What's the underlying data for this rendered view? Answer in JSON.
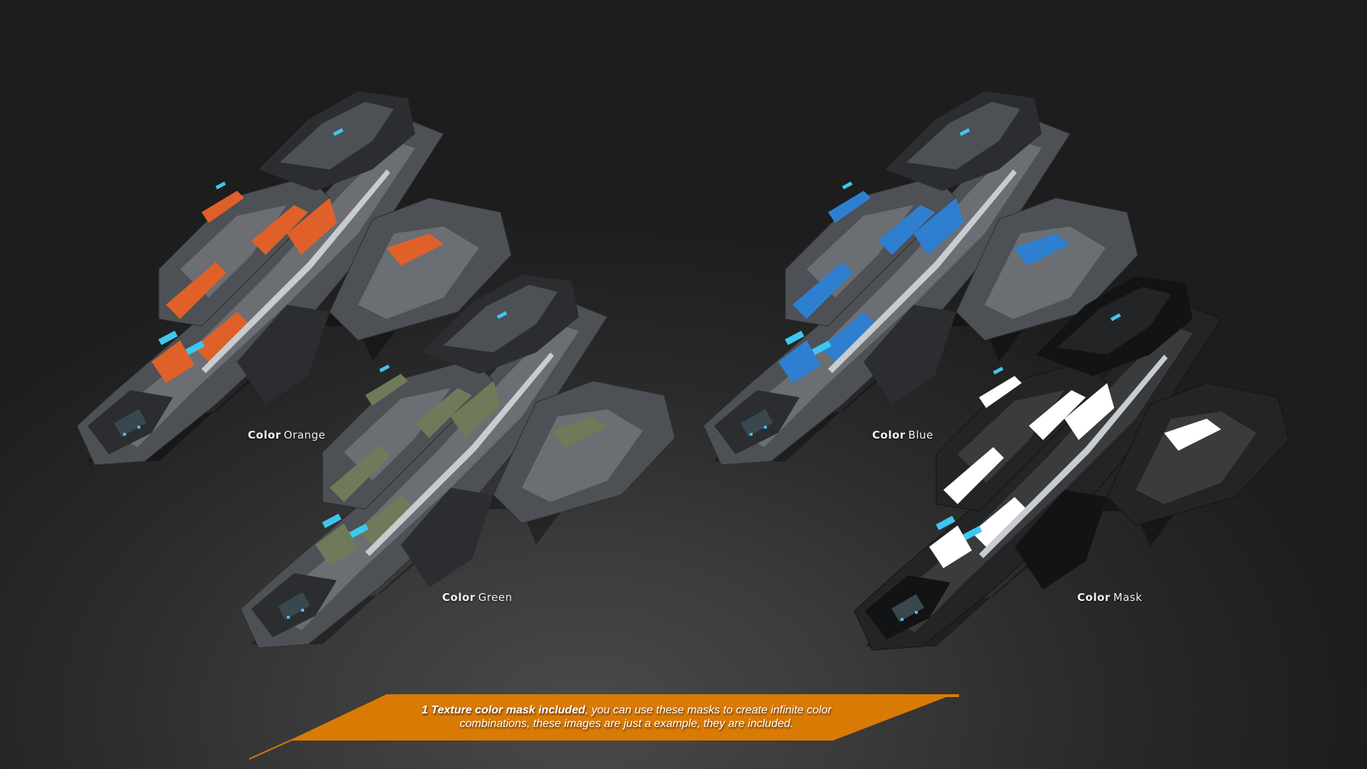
{
  "colors": {
    "background_center": "#4a4a4a",
    "background_edge": "#1d1d1d",
    "banner": "#d97a05",
    "glow": "#3cc8f0",
    "hull_light": "#6b6e72",
    "hull_mid": "#4d5054",
    "hull_dark": "#2b2d30"
  },
  "ships": [
    {
      "id": "orange",
      "label_key": "Color",
      "label_value": "Orange",
      "accent": "#e0602a",
      "hull_tone": "grey"
    },
    {
      "id": "green",
      "label_key": "Color",
      "label_value": "Green",
      "accent": "#6f7a5a",
      "hull_tone": "grey"
    },
    {
      "id": "blue",
      "label_key": "Color",
      "label_value": "Blue",
      "accent": "#2f7fd0",
      "hull_tone": "grey"
    },
    {
      "id": "mask",
      "label_key": "Color",
      "label_value": "Mask",
      "accent": "#ffffff",
      "hull_tone": "black"
    }
  ],
  "banner": {
    "bold_text": "1 Texture color mask included",
    "text_line1_rest": ", you can use these masks to create infinite color",
    "text_line2": "combinations, these images are just a example, they are included."
  }
}
